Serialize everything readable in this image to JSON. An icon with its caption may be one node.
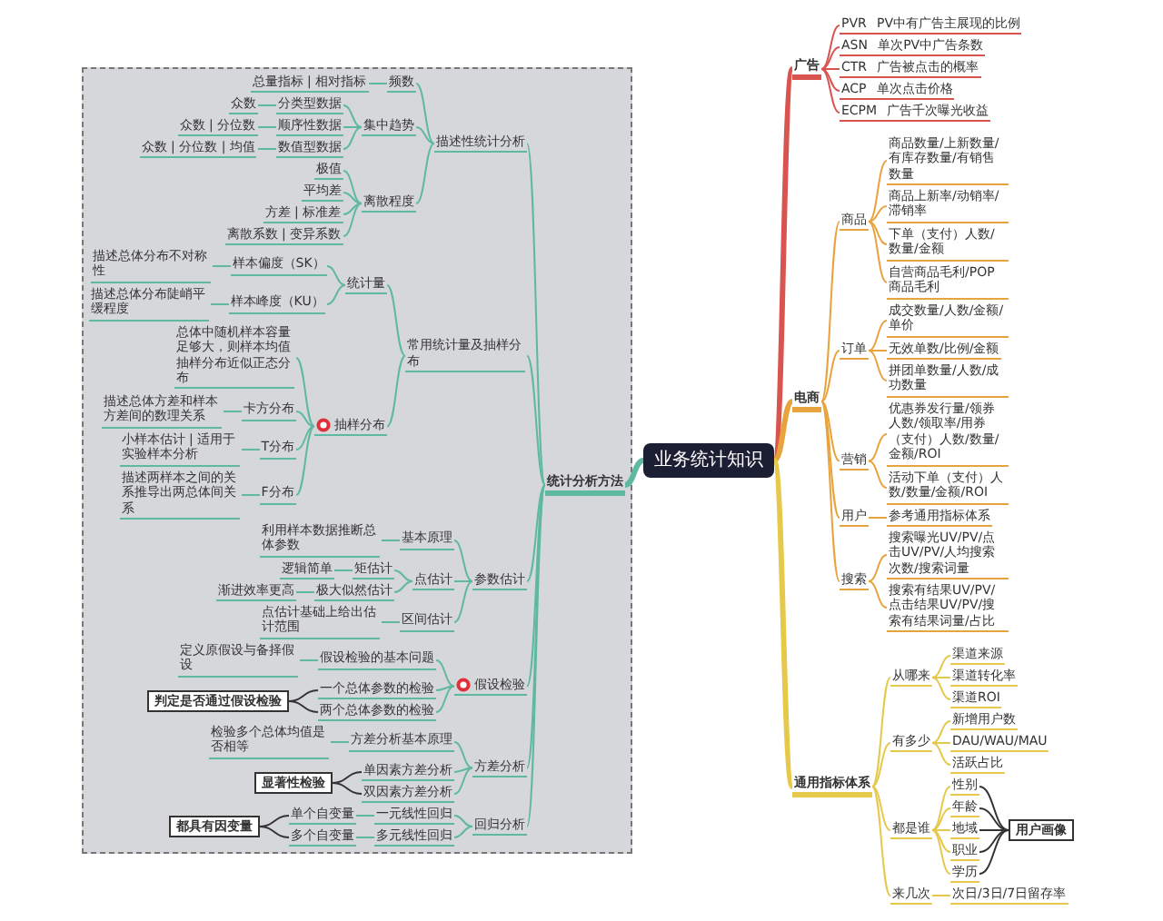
{
  "diagram": {
    "nodes": [
      {
        "text": [
          "业务统计知识"
        ]
      },
      {
        "text": [
          "广告"
        ]
      },
      {
        "text": [
          "PVR",
          "PV中有广告主展现的比例"
        ]
      },
      {
        "text": [
          "ASN",
          "单次PV中广告条数"
        ]
      },
      {
        "text": [
          "CTR",
          "广告被点击的概率"
        ]
      },
      {
        "text": [
          "ACP",
          "单次点击价格"
        ]
      },
      {
        "text": [
          "ECPM",
          "广告千次曝光收益"
        ]
      },
      {
        "text": [
          "电商"
        ]
      },
      {
        "text": [
          "商品"
        ]
      },
      {
        "text": [
          "商品数量/上新数量/有库存数量/有销售数量"
        ]
      },
      {
        "text": [
          "商品上新率/动销率/滞销率"
        ]
      },
      {
        "text": [
          "下单（支付）人数/数量/金额"
        ]
      },
      {
        "text": [
          "自营商品毛利/POP商品毛利"
        ]
      },
      {
        "text": [
          "订单"
        ]
      },
      {
        "text": [
          "成交数量/人数/金额/单价"
        ]
      },
      {
        "text": [
          "无效单数/比例/金额"
        ]
      },
      {
        "text": [
          "拼团单数量/人数/成功数量"
        ]
      },
      {
        "text": [
          "营销"
        ]
      },
      {
        "text": [
          "优惠券发行量/领券人数/领取率/用券（支付）人数/数量/金额/ROI"
        ]
      },
      {
        "text": [
          "活动下单（支付）人数/数量/金额/ROI"
        ]
      },
      {
        "text": [
          "用户"
        ]
      },
      {
        "text": [
          "参考通用指标体系"
        ]
      },
      {
        "text": [
          "搜索"
        ]
      },
      {
        "text": [
          "搜索曝光UV/PV/点击UV/PV/人均搜索次数/搜索词量"
        ]
      },
      {
        "text": [
          "搜索有结果UV/PV/点击结果UV/PV/搜索有结果词量/占比"
        ]
      },
      {
        "text": [
          "通用指标体系"
        ]
      },
      {
        "text": [
          "从哪来"
        ]
      },
      {
        "text": [
          "渠道来源"
        ]
      },
      {
        "text": [
          "渠道转化率"
        ]
      },
      {
        "text": [
          "渠道ROI"
        ]
      },
      {
        "text": [
          "有多少"
        ]
      },
      {
        "text": [
          "新增用户数"
        ]
      },
      {
        "text": [
          "DAU/WAU/MAU"
        ]
      },
      {
        "text": [
          "活跃占比"
        ]
      },
      {
        "text": [
          "都是谁"
        ]
      },
      {
        "text": [
          "性别"
        ]
      },
      {
        "text": [
          "年龄"
        ]
      },
      {
        "text": [
          "地域"
        ]
      },
      {
        "text": [
          "职业"
        ]
      },
      {
        "text": [
          "学历"
        ]
      },
      {
        "text": [
          "用户画像"
        ]
      },
      {
        "text": [
          "来几次"
        ]
      },
      {
        "text": [
          "次日/3日/7日留存率"
        ]
      },
      {
        "text": [],
        "shape": "box"
      },
      {
        "text": [
          "统计分析方法"
        ],
        "in": 43
      },
      {
        "text": [
          "描述性统计分析"
        ],
        "in": 43
      },
      {
        "text": [
          "频数"
        ],
        "in": 43
      },
      {
        "text": [
          "总量指标 | 相对指标"
        ],
        "in": 43
      },
      {
        "text": [
          "集中趋势"
        ],
        "in": 43
      },
      {
        "text": [
          "分类型数据"
        ],
        "in": 43
      },
      {
        "text": [
          "众数"
        ],
        "in": 43
      },
      {
        "text": [
          "顺序性数据"
        ],
        "in": 43
      },
      {
        "text": [
          "众数 | 分位数"
        ],
        "in": 43
      },
      {
        "text": [
          "数值型数据"
        ],
        "in": 43
      },
      {
        "text": [
          "众数 | 分位数 | 均值"
        ],
        "in": 43
      },
      {
        "text": [
          "离散程度"
        ],
        "in": 43
      },
      {
        "text": [
          "极值"
        ],
        "in": 43
      },
      {
        "text": [
          "平均差"
        ],
        "in": 43
      },
      {
        "text": [
          "方差 | 标准差"
        ],
        "in": 43
      },
      {
        "text": [
          "离散系数 | 变异系数"
        ],
        "in": 43
      },
      {
        "text": [
          "常用统计量及抽样分布"
        ],
        "in": 43
      },
      {
        "text": [
          "统计量"
        ],
        "in": 43
      },
      {
        "text": [
          "样本偏度（SK）"
        ],
        "in": 43
      },
      {
        "text": [
          "描述总体分布不对称性"
        ],
        "in": 43
      },
      {
        "text": [
          "样本峰度（KU）"
        ],
        "in": 43
      },
      {
        "text": [
          "描述总体分布陡峭平缓程度"
        ],
        "in": 43
      },
      {
        "text": [
          "抽样分布"
        ],
        "in": 43
      },
      {
        "text": [
          "总体中随机样本容量足够大，则样本均值抽样分布近似正态分布"
        ],
        "in": 43
      },
      {
        "text": [
          "卡方分布"
        ],
        "in": 43
      },
      {
        "text": [
          "描述总体方差和样本方差间的数理关系"
        ],
        "in": 43
      },
      {
        "text": [
          "T分布"
        ],
        "in": 43
      },
      {
        "text": [
          "小样本估计 | 适用于实验样本分析"
        ],
        "in": 43
      },
      {
        "text": [
          "F分布"
        ],
        "in": 43
      },
      {
        "text": [
          "描述两样本之间的关系推导出两总体间关系"
        ],
        "in": 43
      },
      {
        "text": [
          "参数估计"
        ],
        "in": 43
      },
      {
        "text": [
          "基本原理"
        ],
        "in": 43
      },
      {
        "text": [
          "利用样本数据推断总体参数"
        ],
        "in": 43
      },
      {
        "text": [
          "点估计"
        ],
        "in": 43
      },
      {
        "text": [
          "矩估计"
        ],
        "in": 43
      },
      {
        "text": [
          "逻辑简单"
        ],
        "in": 43
      },
      {
        "text": [
          "极大似然估计"
        ],
        "in": 43
      },
      {
        "text": [
          "渐进效率更高"
        ],
        "in": 43
      },
      {
        "text": [
          "区间估计"
        ],
        "in": 43
      },
      {
        "text": [
          "点估计基础上给出估计范围"
        ],
        "in": 43
      },
      {
        "text": [
          "假设检验"
        ],
        "in": 43
      },
      {
        "text": [
          "假设检验的基本问题"
        ],
        "in": 43
      },
      {
        "text": [
          "定义原假设与备择假设"
        ],
        "in": 43
      },
      {
        "text": [
          "一个总体参数的检验"
        ],
        "in": 43
      },
      {
        "text": [
          "两个总体参数的检验"
        ],
        "in": 43
      },
      {
        "text": [
          "判定是否通过假设检验"
        ],
        "in": 43
      },
      {
        "text": [
          "方差分析"
        ],
        "in": 43
      },
      {
        "text": [
          "方差分析基本原理"
        ],
        "in": 43
      },
      {
        "text": [
          "检验多个总体均值是否相等"
        ],
        "in": 43
      },
      {
        "text": [
          "单因素方差分析"
        ],
        "in": 43
      },
      {
        "text": [
          "双因素方差分析"
        ],
        "in": 43
      },
      {
        "text": [
          "显著性检验"
        ],
        "in": 43
      },
      {
        "text": [
          "回归分析"
        ],
        "in": 43
      },
      {
        "text": [
          "一元线性回归"
        ],
        "in": 43
      },
      {
        "text": [
          "单个自变量"
        ],
        "in": 43
      },
      {
        "text": [
          "多元线性回归"
        ],
        "in": 43
      },
      {
        "text": [
          "多个自变量"
        ],
        "in": 43
      },
      {
        "text": [
          "都具有因变量"
        ],
        "in": 43
      }
    ],
    "edges": [
      {
        "from": 0,
        "to": 1,
        "arrow": "none",
        "style": "thick",
        "color": "#d9534f"
      },
      {
        "from": 0,
        "to": 7,
        "arrow": "none",
        "style": "thick",
        "color": "#e8a33d"
      },
      {
        "from": 0,
        "to": 25,
        "arrow": "none",
        "style": "thick",
        "color": "#e6c84a"
      },
      {
        "from": 0,
        "to": 44,
        "arrow": "none",
        "style": "thick"
      },
      {
        "from": 1,
        "to": 2,
        "arrow": "none",
        "color": "#d9534f"
      },
      {
        "from": 1,
        "to": 3,
        "arrow": "none",
        "color": "#d9534f"
      },
      {
        "from": 1,
        "to": 4,
        "arrow": "none",
        "color": "#d9534f"
      },
      {
        "from": 1,
        "to": 5,
        "arrow": "none",
        "color": "#d9534f"
      },
      {
        "from": 1,
        "to": 6,
        "arrow": "none",
        "color": "#d9534f"
      },
      {
        "from": 7,
        "to": 8,
        "arrow": "none",
        "color": "#e8a33d"
      },
      {
        "from": 7,
        "to": 13,
        "arrow": "none",
        "color": "#e8a33d"
      },
      {
        "from": 7,
        "to": 17,
        "arrow": "none",
        "color": "#e8a33d"
      },
      {
        "from": 7,
        "to": 20,
        "arrow": "none",
        "color": "#e8a33d"
      },
      {
        "from": 7,
        "to": 22,
        "arrow": "none",
        "color": "#e8a33d"
      },
      {
        "from": 8,
        "to": 9,
        "arrow": "none",
        "color": "#e8a33d"
      },
      {
        "from": 8,
        "to": 10,
        "arrow": "none",
        "color": "#e8a33d"
      },
      {
        "from": 8,
        "to": 11,
        "arrow": "none",
        "color": "#e8a33d"
      },
      {
        "from": 8,
        "to": 12,
        "arrow": "none",
        "color": "#e8a33d"
      },
      {
        "from": 13,
        "to": 14,
        "arrow": "none",
        "color": "#e8a33d"
      },
      {
        "from": 13,
        "to": 15,
        "arrow": "none",
        "color": "#e8a33d"
      },
      {
        "from": 13,
        "to": 16,
        "arrow": "none",
        "color": "#e8a33d"
      },
      {
        "from": 17,
        "to": 18,
        "arrow": "none",
        "color": "#e8a33d"
      },
      {
        "from": 17,
        "to": 19,
        "arrow": "none",
        "color": "#e8a33d"
      },
      {
        "from": 20,
        "to": 21,
        "arrow": "none",
        "color": "#e8a33d"
      },
      {
        "from": 22,
        "to": 23,
        "arrow": "none",
        "color": "#e8a33d"
      },
      {
        "from": 22,
        "to": 24,
        "arrow": "none",
        "color": "#e8a33d"
      },
      {
        "from": 25,
        "to": 26,
        "arrow": "none",
        "color": "#e6c84a"
      },
      {
        "from": 25,
        "to": 30,
        "arrow": "none",
        "color": "#e6c84a"
      },
      {
        "from": 25,
        "to": 34,
        "arrow": "none",
        "color": "#e6c84a"
      },
      {
        "from": 25,
        "to": 41,
        "arrow": "none",
        "color": "#e6c84a"
      },
      {
        "from": 26,
        "to": 27,
        "arrow": "none",
        "color": "#e6c84a"
      },
      {
        "from": 26,
        "to": 28,
        "arrow": "none",
        "color": "#e6c84a"
      },
      {
        "from": 26,
        "to": 29,
        "arrow": "none",
        "color": "#e6c84a"
      },
      {
        "from": 30,
        "to": 31,
        "arrow": "none",
        "color": "#e6c84a"
      },
      {
        "from": 30,
        "to": 32,
        "arrow": "none",
        "color": "#e6c84a"
      },
      {
        "from": 30,
        "to": 33,
        "arrow": "none",
        "color": "#e6c84a"
      },
      {
        "from": 34,
        "to": 35,
        "arrow": "none",
        "color": "#e6c84a"
      },
      {
        "from": 34,
        "to": 36,
        "arrow": "none",
        "color": "#e6c84a"
      },
      {
        "from": 34,
        "to": 37,
        "arrow": "none",
        "color": "#e6c84a"
      },
      {
        "from": 34,
        "to": 38,
        "arrow": "none",
        "color": "#e6c84a"
      },
      {
        "from": 34,
        "to": 39,
        "arrow": "none",
        "color": "#e6c84a"
      },
      {
        "from": 35,
        "to": 40,
        "arrow": "none",
        "color": "#333333"
      },
      {
        "from": 36,
        "to": 40,
        "arrow": "none",
        "color": "#333333"
      },
      {
        "from": 37,
        "to": 40,
        "arrow": "none",
        "color": "#333333"
      },
      {
        "from": 38,
        "to": 40,
        "arrow": "none",
        "color": "#333333"
      },
      {
        "from": 39,
        "to": 40,
        "arrow": "none",
        "color": "#333333"
      },
      {
        "from": 41,
        "to": 42,
        "arrow": "none",
        "color": "#e6c84a"
      },
      {
        "from": 44,
        "to": 45,
        "arrow": "none"
      },
      {
        "from": 44,
        "to": 60,
        "arrow": "none"
      },
      {
        "from": 44,
        "to": 74,
        "arrow": "none"
      },
      {
        "from": 44,
        "to": 84,
        "arrow": "none"
      },
      {
        "from": 44,
        "to": 90,
        "arrow": "none"
      },
      {
        "from": 44,
        "to": 96,
        "arrow": "none"
      },
      {
        "from": 45,
        "to": 46,
        "arrow": "none"
      },
      {
        "from": 45,
        "to": 48,
        "arrow": "none"
      },
      {
        "from": 45,
        "to": 55,
        "arrow": "none"
      },
      {
        "from": 46,
        "to": 47,
        "arrow": "none"
      },
      {
        "from": 48,
        "to": 49,
        "arrow": "none"
      },
      {
        "from": 48,
        "to": 51,
        "arrow": "none"
      },
      {
        "from": 48,
        "to": 53,
        "arrow": "none"
      },
      {
        "from": 49,
        "to": 50,
        "arrow": "none"
      },
      {
        "from": 51,
        "to": 52,
        "arrow": "none"
      },
      {
        "from": 53,
        "to": 54,
        "arrow": "none"
      },
      {
        "from": 55,
        "to": 56,
        "arrow": "none"
      },
      {
        "from": 55,
        "to": 57,
        "arrow": "none"
      },
      {
        "from": 55,
        "to": 58,
        "arrow": "none"
      },
      {
        "from": 55,
        "to": 59,
        "arrow": "none"
      },
      {
        "from": 60,
        "to": 61,
        "arrow": "none"
      },
      {
        "from": 60,
        "to": 66,
        "arrow": "none"
      },
      {
        "from": 61,
        "to": 62,
        "arrow": "none"
      },
      {
        "from": 61,
        "to": 64,
        "arrow": "none"
      },
      {
        "from": 62,
        "to": 63,
        "arrow": "none"
      },
      {
        "from": 64,
        "to": 65,
        "arrow": "none"
      },
      {
        "from": 66,
        "to": 67,
        "arrow": "none"
      },
      {
        "from": 66,
        "to": 68,
        "arrow": "none"
      },
      {
        "from": 66,
        "to": 70,
        "arrow": "none"
      },
      {
        "from": 66,
        "to": 72,
        "arrow": "none"
      },
      {
        "from": 68,
        "to": 69,
        "arrow": "none"
      },
      {
        "from": 70,
        "to": 71,
        "arrow": "none"
      },
      {
        "from": 72,
        "to": 73,
        "arrow": "none"
      },
      {
        "from": 74,
        "to": 75,
        "arrow": "none"
      },
      {
        "from": 74,
        "to": 77,
        "arrow": "none"
      },
      {
        "from": 74,
        "to": 82,
        "arrow": "none"
      },
      {
        "from": 75,
        "to": 76,
        "arrow": "none"
      },
      {
        "from": 77,
        "to": 78,
        "arrow": "none"
      },
      {
        "from": 77,
        "to": 80,
        "arrow": "none"
      },
      {
        "from": 78,
        "to": 79,
        "arrow": "none"
      },
      {
        "from": 80,
        "to": 81,
        "arrow": "none"
      },
      {
        "from": 82,
        "to": 83,
        "arrow": "none"
      },
      {
        "from": 84,
        "to": 85,
        "arrow": "none"
      },
      {
        "from": 84,
        "to": 87,
        "arrow": "none"
      },
      {
        "from": 84,
        "to": 88,
        "arrow": "none"
      },
      {
        "from": 85,
        "to": 86,
        "arrow": "none"
      },
      {
        "from": 87,
        "to": 89,
        "arrow": "none",
        "color": "#333333"
      },
      {
        "from": 88,
        "to": 89,
        "arrow": "none",
        "color": "#333333"
      },
      {
        "from": 90,
        "to": 91,
        "arrow": "none"
      },
      {
        "from": 90,
        "to": 93,
        "arrow": "none"
      },
      {
        "from": 90,
        "to": 94,
        "arrow": "none"
      },
      {
        "from": 91,
        "to": 92,
        "arrow": "none"
      },
      {
        "from": 93,
        "to": 95,
        "arrow": "none",
        "color": "#333333"
      },
      {
        "from": 94,
        "to": 95,
        "arrow": "none",
        "color": "#333333"
      },
      {
        "from": 96,
        "to": 97,
        "arrow": "none"
      },
      {
        "from": 96,
        "to": 99,
        "arrow": "none"
      },
      {
        "from": 97,
        "to": 98,
        "arrow": "none"
      },
      {
        "from": 99,
        "to": 100,
        "arrow": "none"
      },
      {
        "from": 98,
        "to": 101,
        "arrow": "none",
        "color": "#333333"
      },
      {
        "from": 100,
        "to": 101,
        "arrow": "none",
        "color": "#333333"
      }
    ]
  }
}
